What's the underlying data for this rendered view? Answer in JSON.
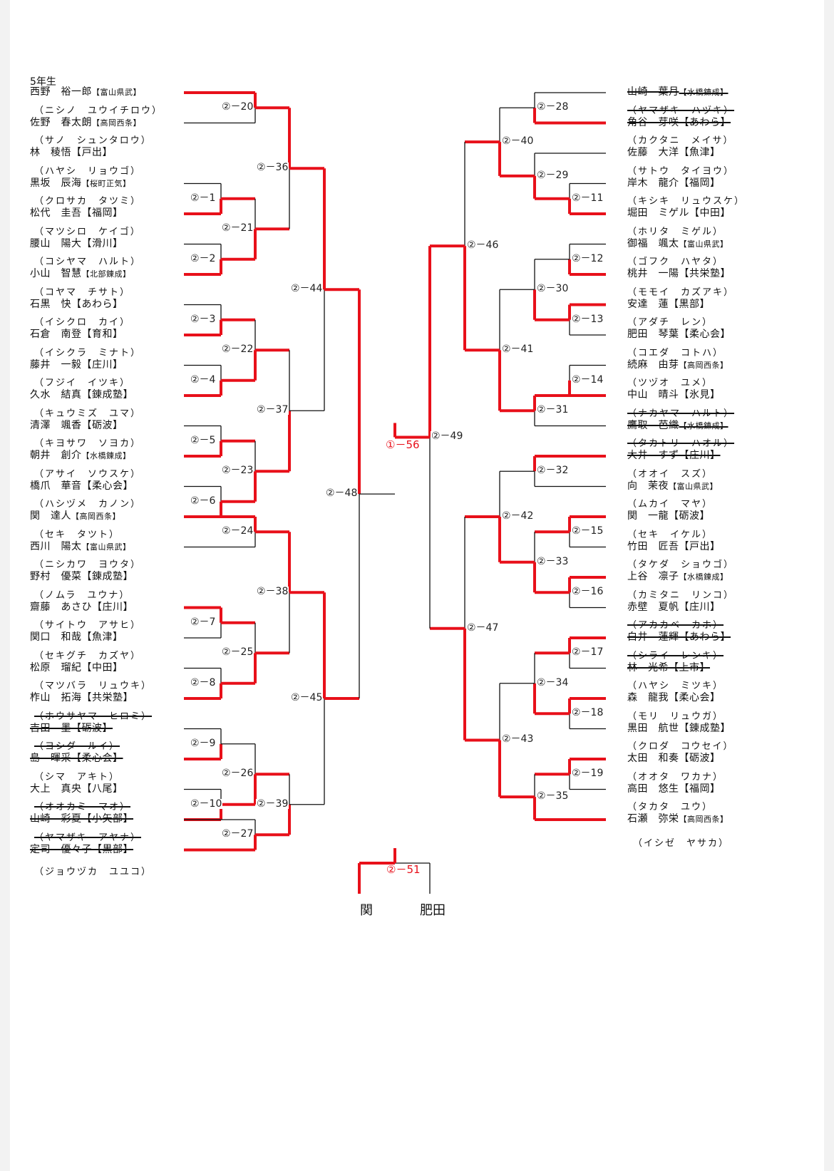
{
  "title": "5年生",
  "left_entries": [
    {
      "name": "西野　裕一郎",
      "team": "【富山県武】",
      "reading": ""
    },
    {
      "name": "佐野　春太朗",
      "team": "【高岡西条】",
      "reading": "（ニシノ　ユウイチロウ）"
    },
    {
      "name": "林　稜悟",
      "team": "【戸出】",
      "reading": "（サノ　シュンタロウ）"
    },
    {
      "name": "黒坂　辰海",
      "team": "【桜町正気】",
      "reading": "（ハヤシ　リョウゴ）"
    },
    {
      "name": "松代　圭吾",
      "team": "【福岡】",
      "reading": "（クロサカ　タツミ）"
    },
    {
      "name": "腰山　陽大",
      "team": "【滑川】",
      "reading": "（マツシロ　ケイゴ）"
    },
    {
      "name": "小山　智慧",
      "team": "【北部錬成】",
      "reading": "（コシヤマ　ハルト）"
    },
    {
      "name": "石黒　快",
      "team": "【あわら】",
      "reading": "（コヤマ　チサト）"
    },
    {
      "name": "石倉　南登",
      "team": "【育和】",
      "reading": "（イシクロ　カイ）"
    },
    {
      "name": "藤井　一毅",
      "team": "【庄川】",
      "reading": "（イシクラ　ミナト）"
    },
    {
      "name": "久水　結真",
      "team": "【錬成塾】",
      "reading": "（フジイ　イツキ）"
    },
    {
      "name": "清澤　颯香",
      "team": "【砺波】",
      "reading": "（キュウミズ　ユマ）"
    },
    {
      "name": "朝井　創介",
      "team": "【水橋錬成】",
      "reading": "（キヨサワ　ソヨカ）"
    },
    {
      "name": "橋爪　華音",
      "team": "【柔心会】",
      "reading": "（アサイ　ソウスケ）"
    },
    {
      "name": "関　達人",
      "team": "【高岡西条】",
      "reading": "（ハシヅメ　カノン）"
    },
    {
      "name": "西川　陽太",
      "team": "【富山県武】",
      "reading": "（セキ　タツト）"
    },
    {
      "name": "野村　優菜",
      "team": "【錬成塾】",
      "reading": "（ニシカワ　ヨウタ）"
    },
    {
      "name": "齋藤　あさひ",
      "team": "【庄川】",
      "reading": "（ノムラ　ユウナ）"
    },
    {
      "name": "関口　和哉",
      "team": "【魚津】",
      "reading": "（サイトウ　アサヒ）"
    },
    {
      "name": "松原　瑠紀",
      "team": "【中田】",
      "reading": "（セキグチ　カズヤ）"
    },
    {
      "name": "柞山　拓海",
      "team": "【共栄塾】",
      "reading": "（マツバラ　リュウキ）"
    },
    {
      "name": "吉田　墨",
      "team": "【砺波】",
      "reading": "（ホウサヤマ　ヒロミ）"
    },
    {
      "name": "島　暉采",
      "team": "【柔心会】",
      "reading": "（ヨシダ　ルイ）"
    },
    {
      "name": "大上　真央",
      "team": "【八尾】",
      "reading": "（シマ　アキト）"
    },
    {
      "name": "山崎　彩夏",
      "team": "【小矢部】",
      "reading": "（オオカミ　マオ）"
    },
    {
      "name": "定司　優々子",
      "team": "【黒部】",
      "reading": "（ヤマザキ　アヤナ）"
    }
  ],
  "left_last_reading": "（ジョウヅカ　ユユコ）",
  "right_entries": [
    {
      "name": "山崎　葉月",
      "team": "【水橋錬成】",
      "reading": ""
    },
    {
      "name": "角谷　芽咲",
      "team": "【あわら】",
      "reading": "（ヤマザキ　ハヅキ）"
    },
    {
      "name": "佐藤　大洋",
      "team": "【魚津】",
      "reading": "（カクタニ　メイサ）"
    },
    {
      "name": "岸木　龍介",
      "team": "【福岡】",
      "reading": "（サトウ　タイヨウ）"
    },
    {
      "name": "堀田　ミゲル",
      "team": "【中田】",
      "reading": "（キシキ　リュウスケ）"
    },
    {
      "name": "御福　颯太",
      "team": "【富山県武】",
      "reading": "（ホリタ　ミゲル）"
    },
    {
      "name": "桃井　一陽",
      "team": "【共栄塾】",
      "reading": "（ゴフク　ハヤタ）"
    },
    {
      "name": "安達　蓮",
      "team": "【黒部】",
      "reading": "（モモイ　カズアキ）"
    },
    {
      "name": "肥田　琴葉",
      "team": "【柔心会】",
      "reading": "（アダチ　レン）"
    },
    {
      "name": "続麻　由芽",
      "team": "【高岡西条】",
      "reading": "（コエダ　コトハ）"
    },
    {
      "name": "中山　晴斗",
      "team": "【氷見】",
      "reading": "（ツヅオ　ユメ）"
    },
    {
      "name": "鷹取　芭織",
      "team": "【水橋錬成】",
      "reading": "（ナカヤマ　ハルト）"
    },
    {
      "name": "大井　すず",
      "team": "【庄川】",
      "reading": "（タカトリ　ハオル）"
    },
    {
      "name": "向　茉夜",
      "team": "【富山県武】",
      "reading": "（オオイ　スズ）"
    },
    {
      "name": "関　一龍",
      "team": "【砺波】",
      "reading": "（ムカイ　マヤ）"
    },
    {
      "name": "竹田　匠吾",
      "team": "【戸出】",
      "reading": "（セキ　イケル）"
    },
    {
      "name": "上谷　凛子",
      "team": "【水橋錬成】",
      "reading": "（タケダ　ショウゴ）"
    },
    {
      "name": "赤壁　夏帆",
      "team": "【庄川】",
      "reading": "（カミタニ　リンコ）"
    },
    {
      "name": "白井　蓮輝",
      "team": "【あわら】",
      "reading": "（アカカベ　カホ）"
    },
    {
      "name": "林　光希",
      "team": "【上市】",
      "reading": "（シライ　レンキ）"
    },
    {
      "name": "森　龍我",
      "team": "【柔心会】",
      "reading": "（ハヤシ　ミツキ）"
    },
    {
      "name": "黒田　航世",
      "team": "【錬成塾】",
      "reading": "（モリ　リュウガ）"
    },
    {
      "name": "太田　和奏",
      "team": "【砺波】",
      "reading": "（クロダ　コウセイ）"
    },
    {
      "name": "高田　悠生",
      "team": "【福岡】",
      "reading": "（オオタ　ワカナ）"
    },
    {
      "name": "石瀬　弥栄",
      "team": "【高岡西条】",
      "reading": "（タカタ　ユウ）"
    }
  ],
  "right_last_reading": "（イシゼ　ヤサカ）",
  "match_labels": {
    "m1": "②－1",
    "m2": "②－2",
    "m3": "②－3",
    "m4": "②－4",
    "m5": "②－5",
    "m6": "②－6",
    "m7": "②－7",
    "m8": "②－8",
    "m9": "②－9",
    "m10": "②－10",
    "m11": "②－11",
    "m12": "②－12",
    "m13": "②－13",
    "m14": "②－14",
    "m15": "②－15",
    "m16": "②－16",
    "m17": "②－17",
    "m18": "②－18",
    "m19": "②－19",
    "m20": "②－20",
    "m21": "②－21",
    "m22": "②－22",
    "m23": "②－23",
    "m24": "②－24",
    "m25": "②－25",
    "m26": "②－26",
    "m27": "②－27",
    "m28": "②－28",
    "m29": "②－29",
    "m30": "②－30",
    "m31": "②－31",
    "m32": "②－32",
    "m33": "②－33",
    "m34": "②－34",
    "m35": "②－35",
    "m36": "②－36",
    "m37": "②－37",
    "m38": "②－38",
    "m39": "②－39",
    "m40": "②－40",
    "m41": "②－41",
    "m42": "②－42",
    "m43": "②－43",
    "m44": "②－44",
    "m45": "②－45",
    "m46": "②－46",
    "m47": "②－47",
    "m48": "②－48",
    "m49": "②－49"
  },
  "final_label": "①－56",
  "third_place_label": "②－51",
  "third_place_left": "関",
  "third_place_right": "肥田",
  "colors": {
    "win": "#e8101a",
    "line": "#111111",
    "text": "#111111"
  }
}
